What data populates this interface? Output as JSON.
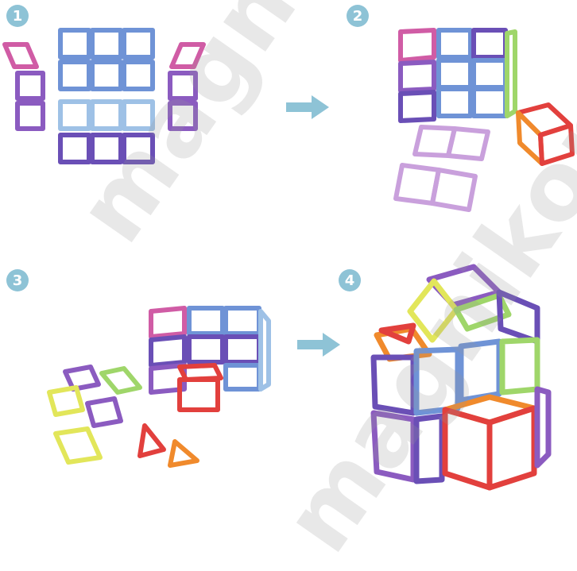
{
  "steps": [
    {
      "number": "1",
      "badge_color": "#8ec3d6"
    },
    {
      "number": "2",
      "badge_color": "#8ec3d6"
    },
    {
      "number": "3",
      "badge_color": "#8ec3d6"
    },
    {
      "number": "4",
      "badge_color": "#8ec3d6"
    }
  ],
  "arrows": [
    {
      "icon": "arrow-right-icon",
      "color": "#8ec3d6"
    },
    {
      "icon": "arrow-right-icon",
      "color": "#8ec3d6"
    }
  ],
  "watermarks": [
    {
      "text": "magnikon",
      "color": "#9a9a9a"
    },
    {
      "text": "magnikon",
      "color": "#9a9a9a"
    }
  ],
  "colors": {
    "blue": "#6f93d6",
    "lightblue": "#9ec1e6",
    "purple": "#8b5bc0",
    "violet": "#6a4fb6",
    "pink": "#d05ca5",
    "green": "#9fd66a",
    "yellow": "#e2e65a",
    "orange": "#f08a2c",
    "red": "#e2403d",
    "lilac": "#c9a0dc"
  }
}
